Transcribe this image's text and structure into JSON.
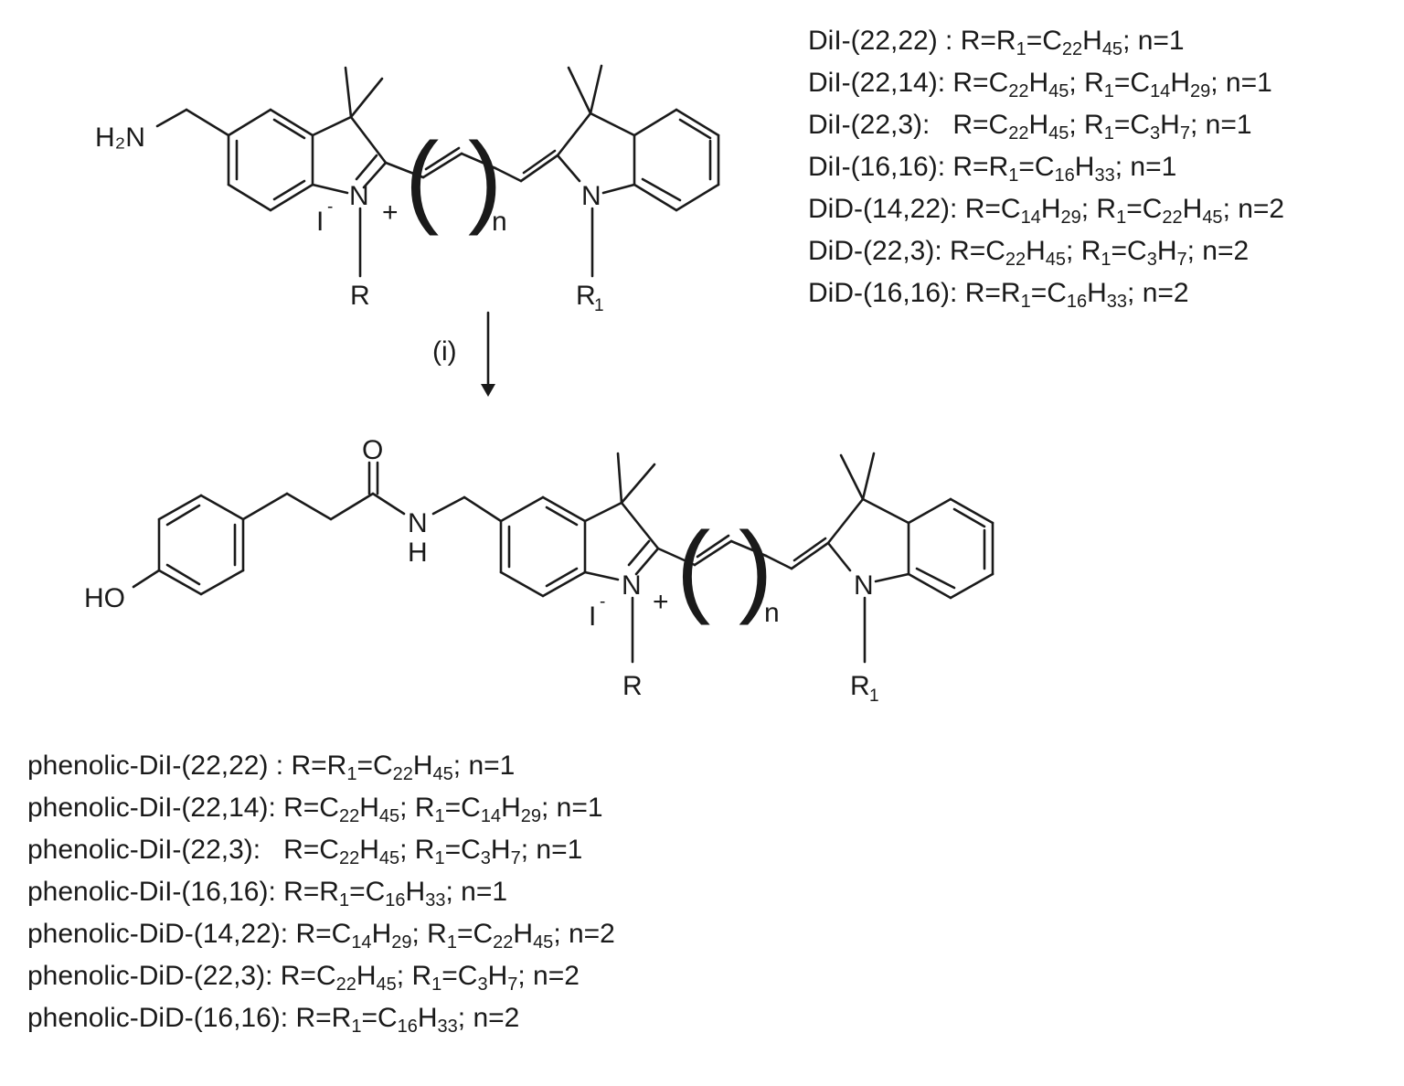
{
  "reagent_label": "(i)",
  "atoms": {
    "amine": "H₂N",
    "nitrogen": "N",
    "plus": "+",
    "iodide": "I",
    "iodide_charge": "-",
    "repeat_n": "n",
    "r": "R",
    "r1_base": "R",
    "r1_sub": "1",
    "oxygen": "O",
    "amide_n": "N",
    "amide_h": "H",
    "hydroxyl": "HO",
    "paren_open": "(",
    "paren_close": ")"
  },
  "top_compounds": [
    "DiI-(22,22) : R=R<sub>1</sub>=C<sub>22</sub>H<sub>45</sub>; n=1",
    "DiI-(22,14): R=C<sub>22</sub>H<sub>45</sub>; R<sub>1</sub>=C<sub>14</sub>H<sub>29</sub>; n=1",
    "DiI-(22,3):   R=C<sub>22</sub>H<sub>45</sub>; R<sub>1</sub>=C<sub>3</sub>H<sub>7</sub>; n=1",
    "DiI-(16,16): R=R<sub>1</sub>=C<sub>16</sub>H<sub>33</sub>; n=1",
    "DiD-(14,22): R=C<sub>14</sub>H<sub>29</sub>; R<sub>1</sub>=C<sub>22</sub>H<sub>45</sub>; n=2",
    "DiD-(22,3): R=C<sub>22</sub>H<sub>45</sub>; R<sub>1</sub>=C<sub>3</sub>H<sub>7</sub>; n=2",
    "DiD-(16,16): R=R<sub>1</sub>=C<sub>16</sub>H<sub>33</sub>; n=2"
  ],
  "bottom_compounds": [
    "phenolic-DiI-(22,22) : R=R<sub>1</sub>=C<sub>22</sub>H<sub>45</sub>; n=1",
    "phenolic-DiI-(22,14): R=C<sub>22</sub>H<sub>45</sub>; R<sub>1</sub>=C<sub>14</sub>H<sub>29</sub>; n=1",
    "phenolic-DiI-(22,3):   R=C<sub>22</sub>H<sub>45</sub>; R<sub>1</sub>=C<sub>3</sub>H<sub>7</sub>; n=1",
    "phenolic-DiI-(16,16): R=R<sub>1</sub>=C<sub>16</sub>H<sub>33</sub>; n=1",
    "phenolic-DiD-(14,22): R=C<sub>14</sub>H<sub>29</sub>; R<sub>1</sub>=C<sub>22</sub>H<sub>45</sub>; n=2",
    "phenolic-DiD-(22,3): R=C<sub>22</sub>H<sub>45</sub>; R<sub>1</sub>=C<sub>3</sub>H<sub>7</sub>; n=2",
    "phenolic-DiD-(16,16): R=R<sub>1</sub>=C<sub>16</sub>H<sub>33</sub>; n=2"
  ]
}
